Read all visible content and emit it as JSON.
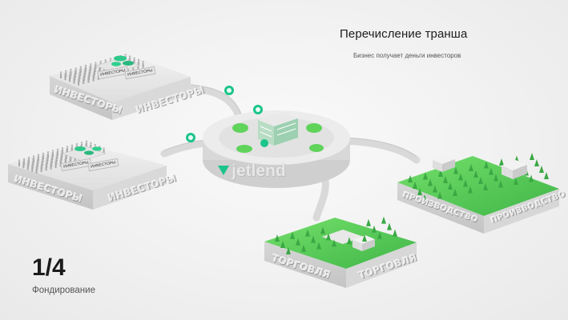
{
  "header": {
    "title": "Перечисление транша",
    "subtitle": "Бизнес получает деньги инвесторов"
  },
  "step": {
    "counter": "1/4",
    "label": "Фондирование"
  },
  "brand": {
    "name": "jetlend",
    "color": "#1bc48a"
  },
  "platforms": {
    "investors_top": {
      "label_left": "ИНВЕСТОРЫ",
      "label_right": "ИНВЕСТОРЫ",
      "sign_left": "ИНВЕСТОРЫ",
      "sign_right": "ИНВЕСТОРЫ"
    },
    "investors_bottom": {
      "label_left": "ИНВЕСТОРЫ",
      "label_right": "ИНВЕСТОРЫ",
      "sign_left": "ИНВЕСТОРЫ",
      "sign_right": "ИНВЕСТОРЫ"
    },
    "production": {
      "label_left": "ПРОИЗВОДСТВО",
      "label_right": "ПРОИЗВОДСТВО"
    },
    "trade": {
      "label_left": "ТОРГОВЛЯ",
      "label_right": "ТОРГОВЛЯ"
    }
  },
  "icons": [
    "coin-icon",
    "leaf-icon",
    "coins-stack-icon"
  ],
  "colors": {
    "accent": "#1bc48a",
    "grass": "#5fd35a",
    "platform": "#e6e6e6",
    "platform_side": "#cfcfcf"
  }
}
